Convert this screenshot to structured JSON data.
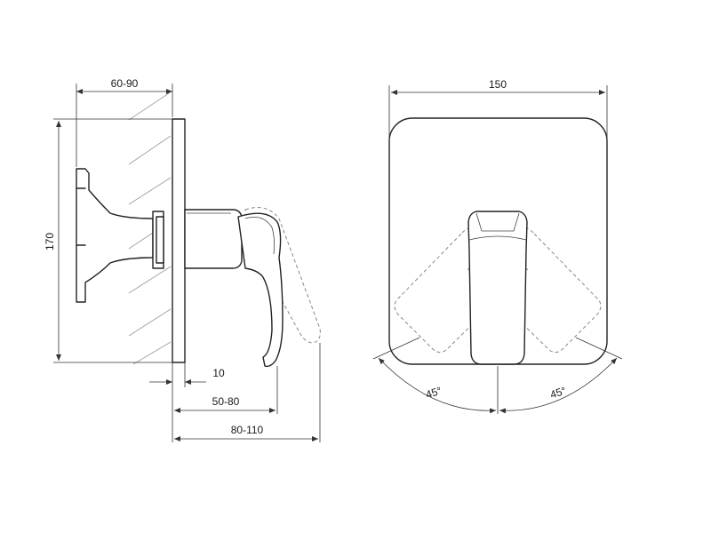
{
  "dimensions": {
    "depth_range": "60-90",
    "height": "170",
    "plate_thickness": "10",
    "handle_projection": "50-80",
    "total_projection": "80-110",
    "width": "150",
    "angle_left": "45°",
    "angle_right": "45°"
  }
}
